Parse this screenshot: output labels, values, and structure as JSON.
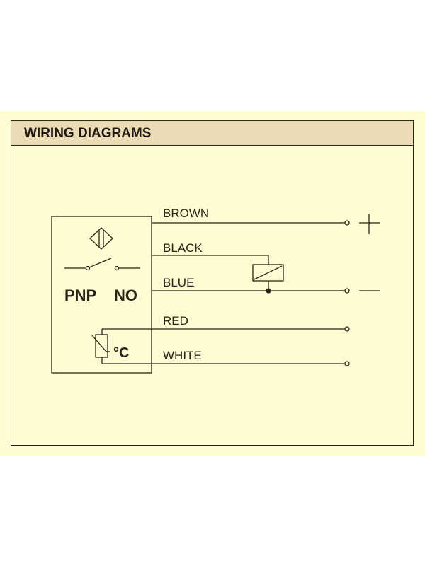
{
  "header": {
    "title": "WIRING DIAGRAMS"
  },
  "sensor": {
    "type": "PNP",
    "contact": "NO",
    "temp_unit": "°C"
  },
  "wires": [
    "BROWN",
    "BLACK",
    "BLUE",
    "RED",
    "WHITE"
  ],
  "terminals": {
    "positive": "+",
    "negative": "−"
  }
}
